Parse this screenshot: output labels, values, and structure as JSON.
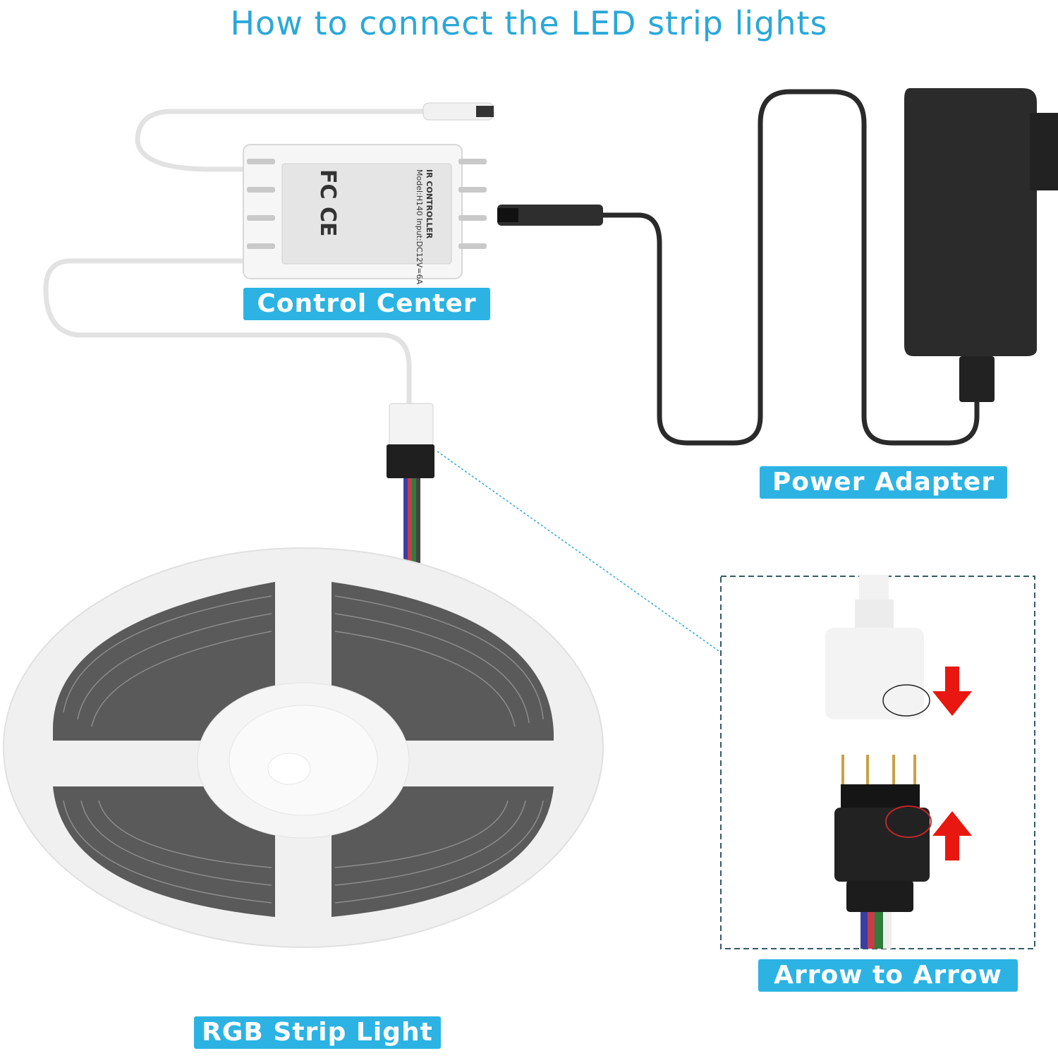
{
  "title": "How to connect the LED strip lights",
  "labels": {
    "control_center": "Control Center",
    "power_adapter": "Power Adapter",
    "arrow_to_arrow": "Arrow to Arrow",
    "rgb_strip_light": "RGB Strip Light"
  },
  "controller_plate": {
    "line1": "IR CONTROLLER",
    "line2": "Model:H140   Input:DC12V=6A",
    "marks": "FC CE"
  },
  "colors": {
    "accent": "#2cb3e4",
    "title": "#2aa8d8",
    "arrow": "#e8170f",
    "adapter": "#2a2a2a"
  }
}
